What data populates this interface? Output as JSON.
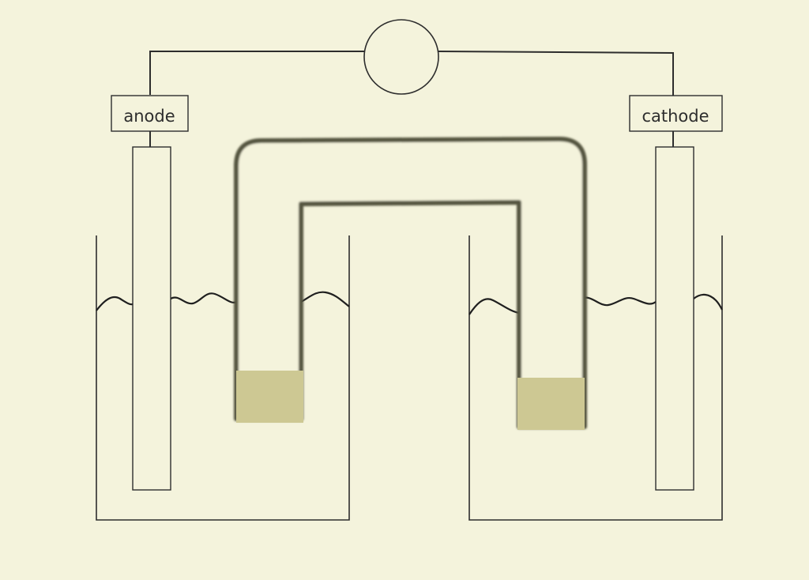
{
  "labels": {
    "anode": "anode",
    "cathode": "cathode"
  },
  "colors": {
    "background": "#f4f3dc",
    "outline": "#2d2d2d",
    "salt_bridge_wall": "#5a5a45",
    "plug": "#cdc893"
  },
  "components": {
    "meter": "circle-meter-icon",
    "left_beaker": "beaker",
    "right_beaker": "beaker",
    "salt_bridge": "u-tube"
  }
}
